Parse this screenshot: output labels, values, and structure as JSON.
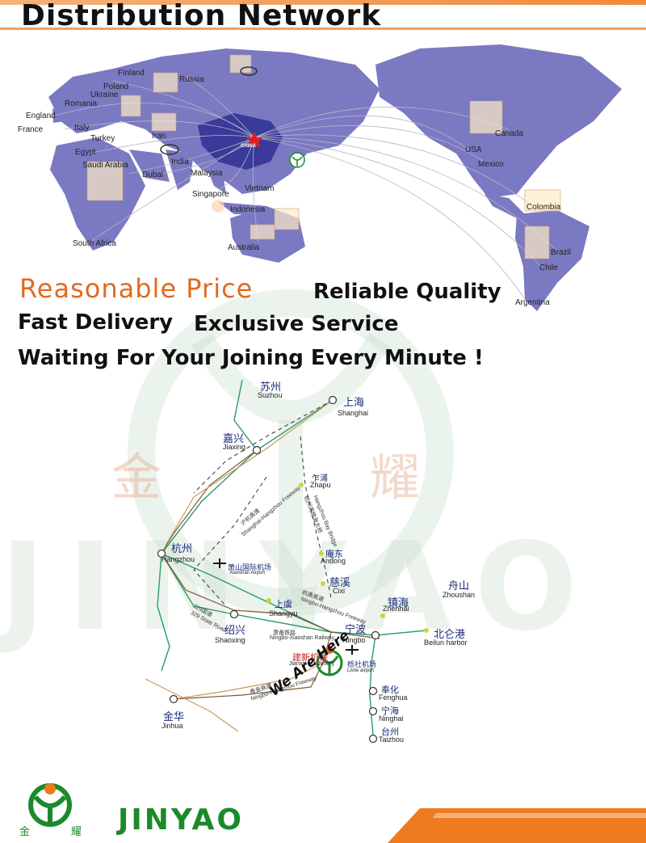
{
  "header": {
    "title": "Distribution Network"
  },
  "world_map": {
    "countries": [
      {
        "label": "Finland"
      },
      {
        "label": "Russia"
      },
      {
        "label": "Poland"
      },
      {
        "label": "Ukraine"
      },
      {
        "label": "Romania"
      },
      {
        "label": "England"
      },
      {
        "label": "France"
      },
      {
        "label": "Italy"
      },
      {
        "label": "Turkey"
      },
      {
        "label": "Iran"
      },
      {
        "label": "Egypt"
      },
      {
        "label": "Saudi Arabia"
      },
      {
        "label": "Dubai"
      },
      {
        "label": "India"
      },
      {
        "label": "Malaysia"
      },
      {
        "label": "Singapore"
      },
      {
        "label": "Vietnam"
      },
      {
        "label": "Indonesia"
      },
      {
        "label": "Australia"
      },
      {
        "label": "South Africa"
      },
      {
        "label": "Canada"
      },
      {
        "label": "USA"
      },
      {
        "label": "Mexico"
      },
      {
        "label": "Colombia"
      },
      {
        "label": "Brazil"
      },
      {
        "label": "Chile"
      },
      {
        "label": "Argentina"
      }
    ],
    "origin_label": "CHINA",
    "colors": {
      "land": "#7b79c2",
      "china": "#3a3a9a",
      "routes": "#b5b5c8",
      "star": "#e02020"
    }
  },
  "slogans": {
    "price": "Reasonable Price",
    "quality": "Reliable Quality",
    "delivery": "Fast Delivery",
    "service": "Exclusive Service",
    "joining": "Waiting For  Your Joining  Every Minute !"
  },
  "local_map": {
    "cities": [
      {
        "zh": "苏州",
        "en": "Suzhou"
      },
      {
        "zh": "上海",
        "en": "Shanghai"
      },
      {
        "zh": "嘉兴",
        "en": "Jiaxing"
      },
      {
        "zh": "乍浦",
        "en": "Zhapu"
      },
      {
        "zh": "杭州",
        "en": "Hangzhou"
      },
      {
        "zh": "庵东",
        "en": "Andong"
      },
      {
        "zh": "萧山国际机场",
        "en": "Xiaoshan Airport"
      },
      {
        "zh": "慈溪",
        "en": "Cixi"
      },
      {
        "zh": "舟山",
        "en": "Zhoushan"
      },
      {
        "zh": "上虞",
        "en": "Shangyu"
      },
      {
        "zh": "镇海",
        "en": "Zhenhai"
      },
      {
        "zh": "绍兴",
        "en": "Shaoxing"
      },
      {
        "zh": "宁波",
        "en": "Ningbo"
      },
      {
        "zh": "北仑港",
        "en": "Beilun harbor"
      },
      {
        "zh": "建新机械",
        "en": "Jianxin Machinery"
      },
      {
        "zh": "栎社机场",
        "en": "Lishe airport"
      },
      {
        "zh": "奉化",
        "en": "Fenghua"
      },
      {
        "zh": "宁海",
        "en": "Ninghai"
      },
      {
        "zh": "台州",
        "en": "Taizhou"
      },
      {
        "zh": "金华",
        "en": "Jinhua"
      }
    ],
    "roads": [
      {
        "zh": "沪杭高速",
        "en": "Shanghai-Hangzhou Freeway"
      },
      {
        "zh": "杭州湾跨海大桥",
        "en": "Hangzhou Bay Bridge"
      },
      {
        "zh": "杭甬高速",
        "en": "Ningbo-Hangzhou Freeway"
      },
      {
        "zh": "萧甬铁路",
        "en": "Ningbo-Xiaoshan Railway"
      },
      {
        "zh": "329国道",
        "en": "329 State Road"
      },
      {
        "zh": "甬金高速",
        "en": "Ningbo-Hangzhou Freeway"
      }
    ],
    "marker_label": "We Are Here",
    "colors": {
      "green_road": "#2a9a6a",
      "railway": "#7a5a3a",
      "freeway": "#c99a5a",
      "marker": "#e06a1e"
    }
  },
  "watermark": {
    "logo_zh_left": "金",
    "logo_zh_right": "耀",
    "text": "JINYAO"
  },
  "footer": {
    "logo_zh_left": "金",
    "logo_zh_right": "耀",
    "brand": "JINYAO",
    "colors": {
      "brand": "#1b8a2a",
      "stripe": "#f07a1e"
    }
  }
}
